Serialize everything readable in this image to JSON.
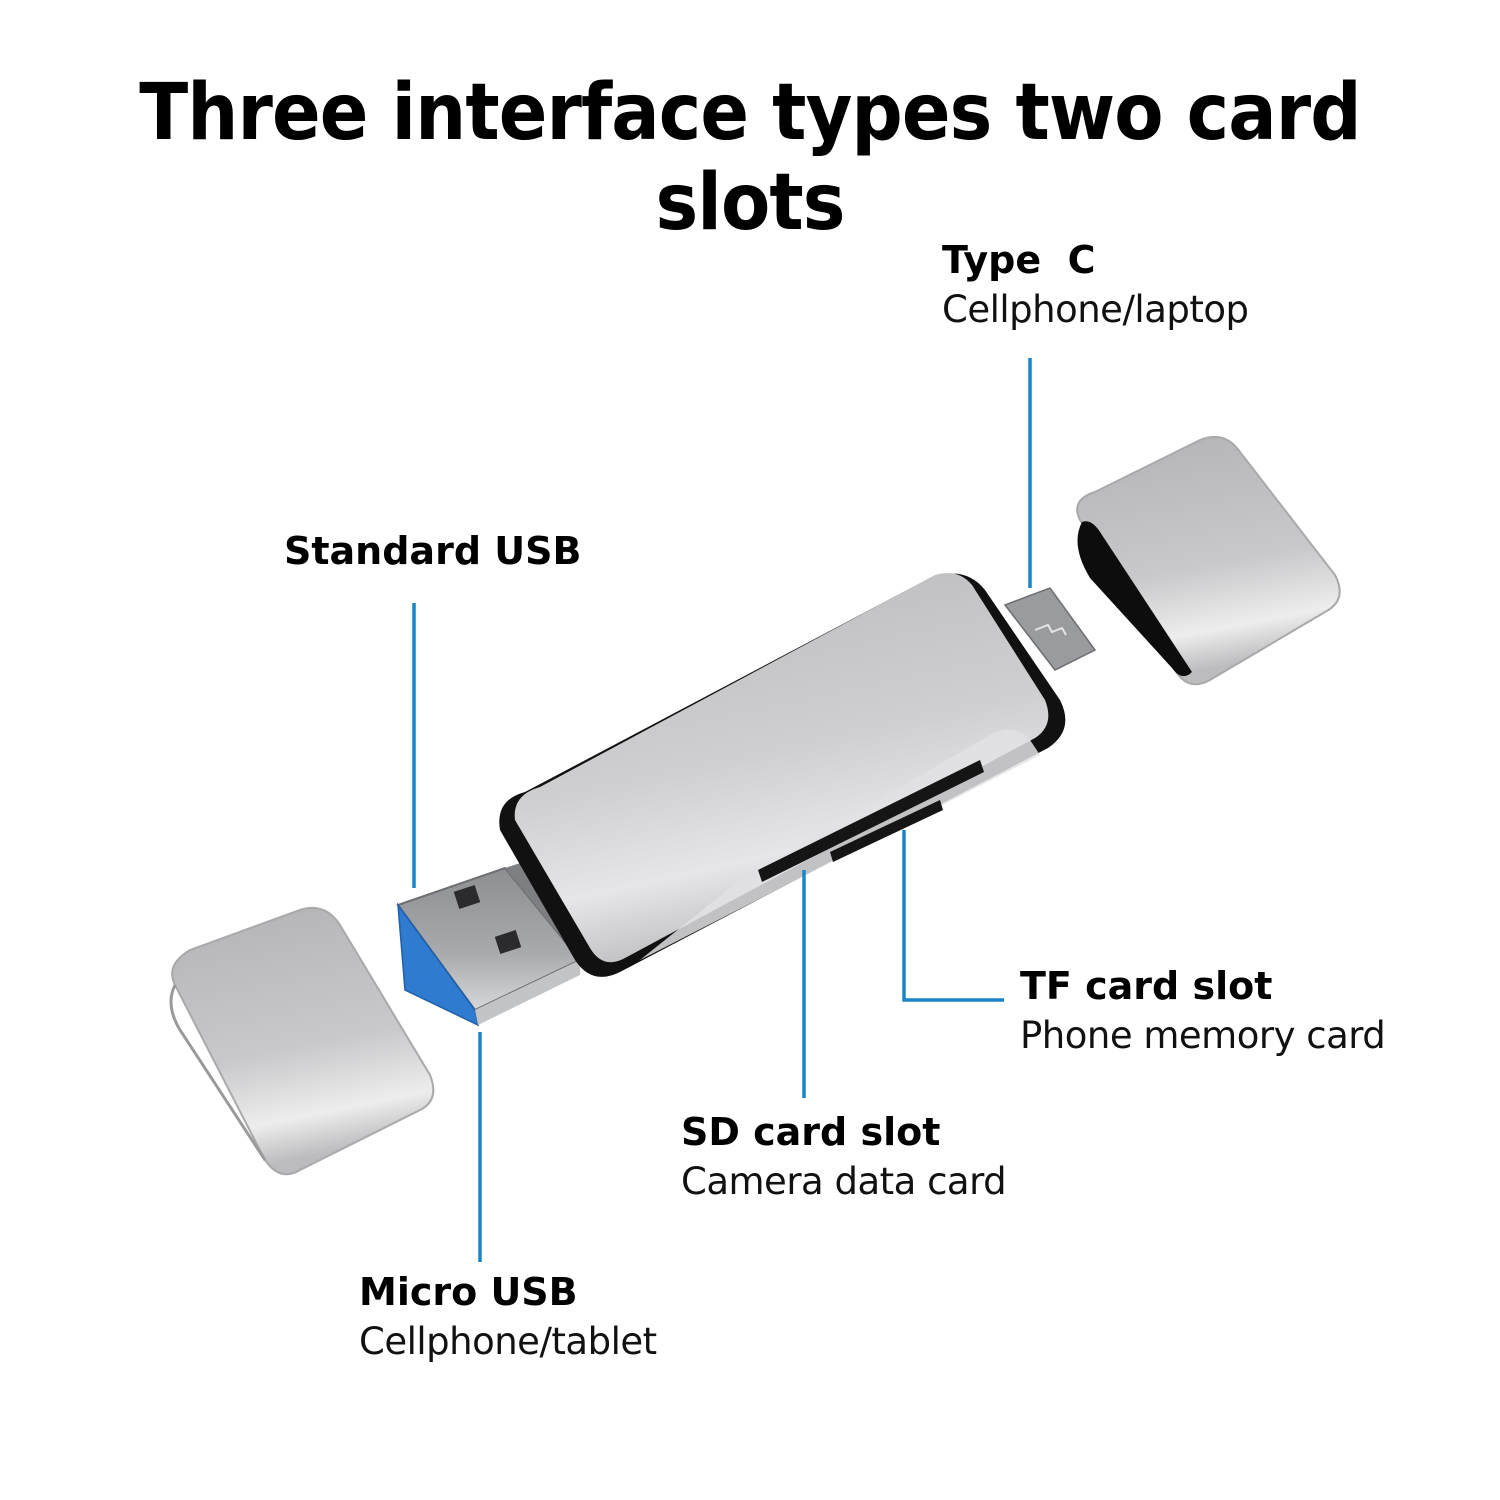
{
  "title": "Three interface types two card slots",
  "colors": {
    "leader_line": "#1a86c8",
    "aluminum_body": "#c9c9cb",
    "rubber_ring": "#111111",
    "usb_blue": "#2f7bd0",
    "background": "#ffffff"
  },
  "callouts": {
    "type_c": {
      "head": "Type  C",
      "sub": "Cellphone/laptop"
    },
    "standard_usb": {
      "head": "Standard USB"
    },
    "tf_slot": {
      "head": "TF card slot",
      "sub": "Phone memory card"
    },
    "sd_slot": {
      "head": "SD card slot",
      "sub": "Camera data card"
    },
    "micro_usb": {
      "head": "Micro USB",
      "sub": "Cellphone/tablet"
    }
  },
  "product": {
    "parts": [
      "usb-a-plug",
      "micro-usb-plug",
      "card-reader-body",
      "sd-card-slot",
      "tf-card-slot",
      "type-c-plug",
      "left-cap",
      "right-cap"
    ]
  }
}
